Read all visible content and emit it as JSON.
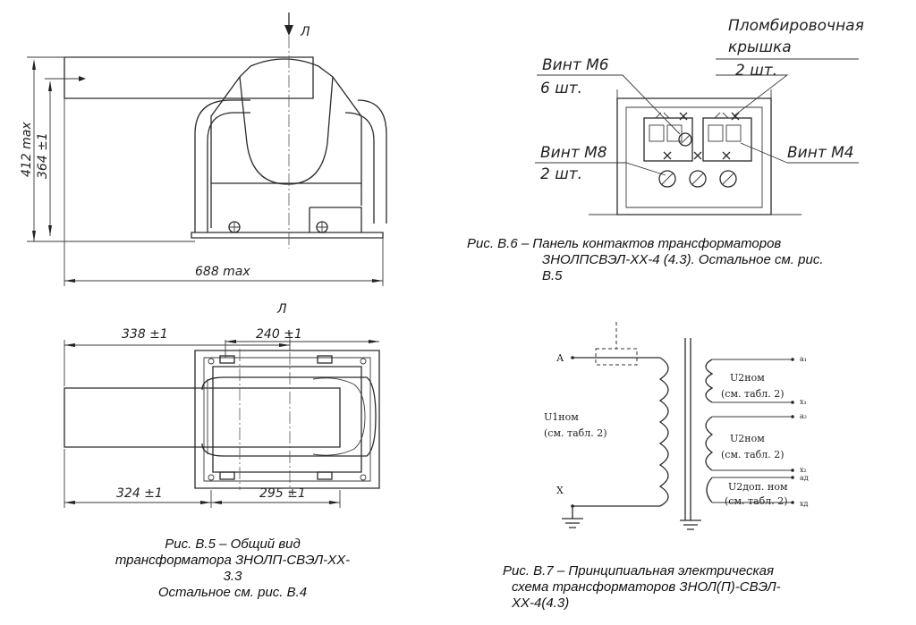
{
  "fig5": {
    "view_mark_top": "Л",
    "view_mark_bottom": "Л",
    "dim_height_max": "412 max",
    "dim_height": "364 ±1",
    "dim_length": "688 max",
    "dim_top_left": "338 ±1",
    "dim_top_right": "240 ±1",
    "dim_bottom_left": "324 ±1",
    "dim_bottom_right": "295 ±1",
    "caption": [
      "Рис. В.5 – Общий вид",
      "трансформатора ЗНОЛП-СВЭЛ-ХХ-",
      "3.3",
      "Остальное см. рис. В.4"
    ]
  },
  "fig6": {
    "label_m6": "Винт М6",
    "label_m6_qty": "6 шт.",
    "label_seal_1": "Пломбировочная",
    "label_seal_2": "крышка",
    "label_seal_qty": "2 шт.",
    "label_m8": "Винт М8",
    "label_m8_qty": "2 шт.",
    "label_m4": "Винт М4",
    "caption": [
      "Рис. В.6 – Панель контактов трансформаторов",
      "ЗНОЛПСВЭЛ-ХХ-4 (4.3). Остальное см. рис.",
      "В.5"
    ]
  },
  "fig7": {
    "terminal_a": "А",
    "terminal_x": "Х",
    "u1": "U1ном",
    "u1_ref": "(см. табл. 2)",
    "a1": "а₁",
    "x1": "х₁",
    "a2": "а₂",
    "x2": "х₂",
    "ad": "ад",
    "xd": "хд",
    "u2_1": "U2ном",
    "u2_1_ref": "(см. табл. 2)",
    "u2_2": "U2ном",
    "u2_2_ref": "(см. табл. 2)",
    "u2_dop": "U2доп. ном",
    "u2_dop_ref": "(см. табл. 2)",
    "caption": [
      "Рис. В.7 – Принципиальная электрическая",
      "схема трансформаторов ЗНОЛ(П)-СВЭЛ-",
      "ХХ-4(4.3)"
    ]
  }
}
